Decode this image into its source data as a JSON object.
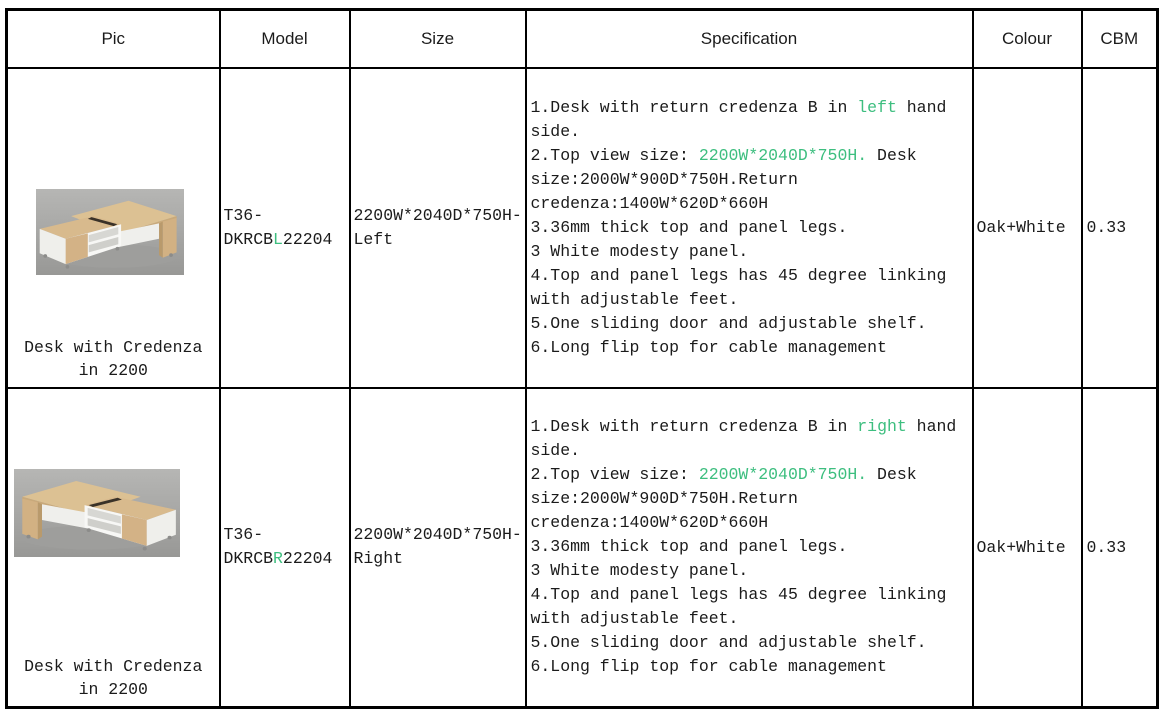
{
  "colors": {
    "accent_green": "#3dbe7f",
    "table_border": "#000000",
    "text": "#1b1b1b",
    "photo_background": "#aaaaa8"
  },
  "table": {
    "headers": [
      "Pic",
      "Model",
      "Size",
      "Specification",
      "Colour",
      "CBM"
    ],
    "rows": [
      {
        "photo": "desk-with-credenza-left-photo",
        "caption": "Desk with Credenza\nin 2200",
        "model": {
          "line1": "T36-",
          "line2_pre": "DKRCB",
          "line2_accent": "L",
          "line2_post": "22204"
        },
        "size": {
          "line1": "2200W*2040D*750H-",
          "line2": "Left"
        },
        "spec_segments": [
          {
            "t": "1.Desk with return credenza B in "
          },
          {
            "t": "left",
            "c": "accent"
          },
          {
            "t": " hand\nside.\n2.Top view size: "
          },
          {
            "t": "2200W*2040D*750H.",
            "c": "accent"
          },
          {
            "t": " Desk\nsize:2000W*900D*750H.Return\ncredenza:1400W*620D*660H\n3.36mm thick top and panel legs.\n3 White modesty panel.\n4.Top and panel legs has 45 degree linking\nwith adjustable feet.\n5.One sliding door and adjustable shelf.\n6.Long flip top for cable management"
          }
        ],
        "colour": "Oak+White",
        "cbm": "0.33"
      },
      {
        "photo": "desk-with-credenza-right-photo",
        "caption": "Desk with Credenza\nin 2200",
        "model": {
          "line1": "T36-",
          "line2_pre": "DKRCB",
          "line2_accent": "R",
          "line2_post": "22204"
        },
        "size": {
          "line1": "2200W*2040D*750H-",
          "line2": "Right"
        },
        "spec_segments": [
          {
            "t": "1.Desk with return credenza B in "
          },
          {
            "t": "right",
            "c": "accent"
          },
          {
            "t": " hand\nside.\n2.Top view size: "
          },
          {
            "t": "2200W*2040D*750H.",
            "c": "accent"
          },
          {
            "t": " Desk\nsize:2000W*900D*750H.Return\ncredenza:1400W*620D*660H\n3.36mm thick top and panel legs.\n3 White modesty panel.\n4.Top and panel legs has 45 degree linking\nwith adjustable feet.\n5.One sliding door and adjustable shelf.\n6.Long flip top for cable management"
          }
        ],
        "colour": "Oak+White",
        "cbm": "0.33"
      }
    ]
  }
}
